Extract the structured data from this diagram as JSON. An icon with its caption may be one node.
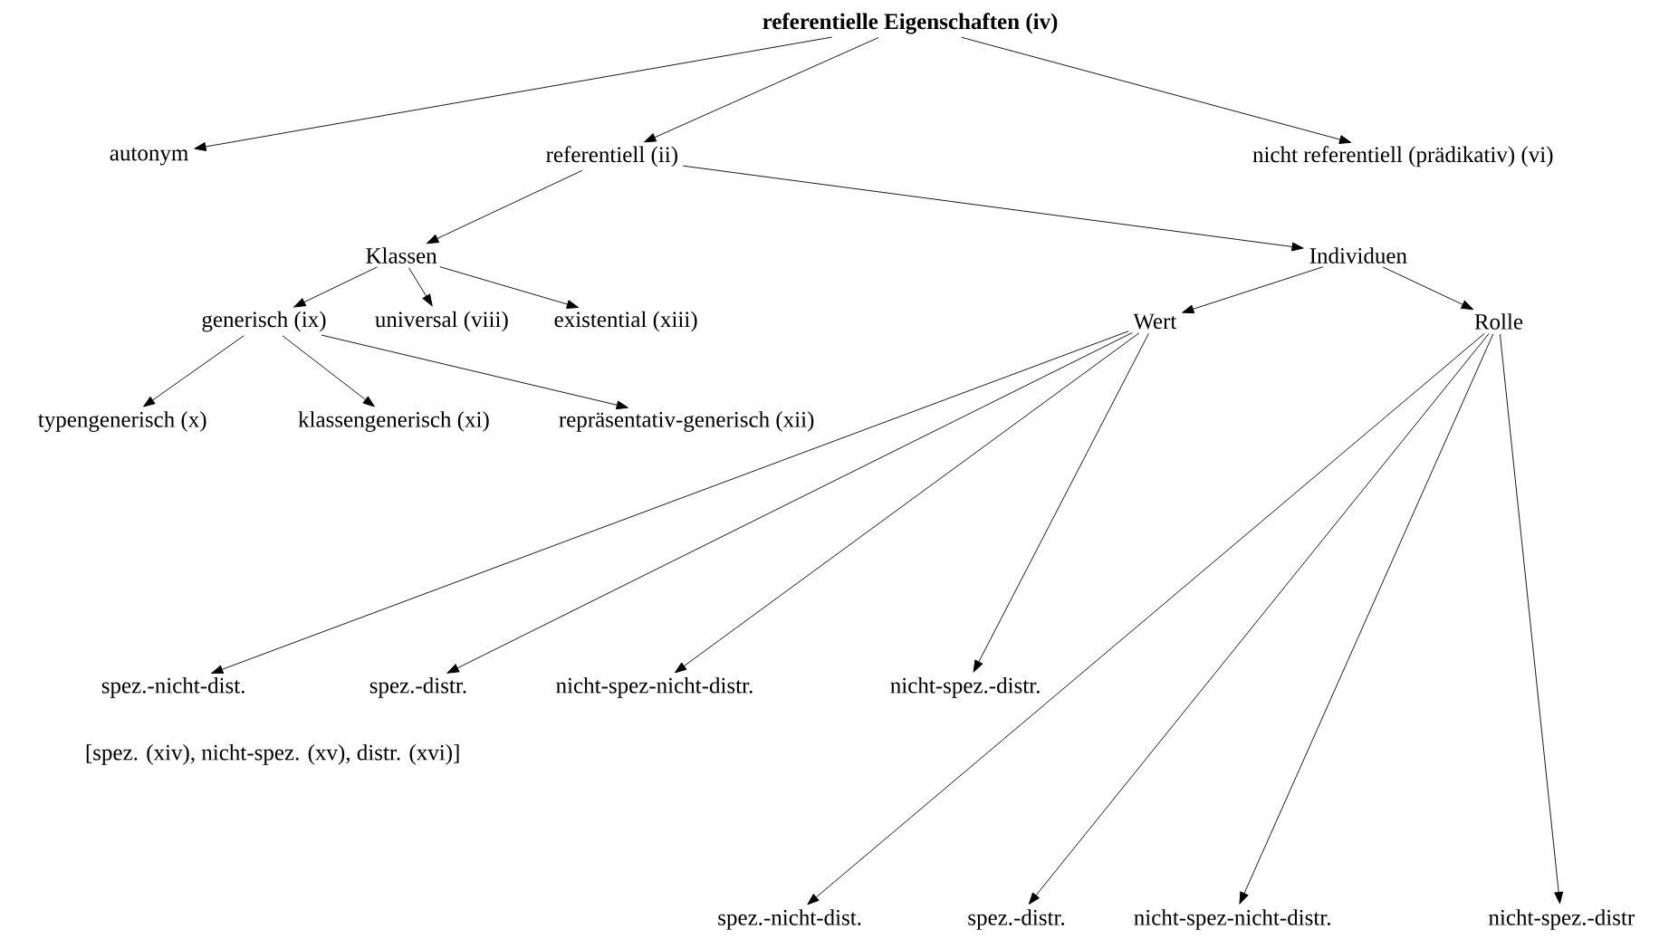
{
  "diagram": {
    "nodes": [
      {
        "text": [
          "**referentielle Eigenschaften (iv)**"
        ]
      },
      {
        "text": [
          "autonym"
        ]
      },
      {
        "text": [
          "referentiell (ii)"
        ]
      },
      {
        "text": [
          "nicht referentiell (prädikativ) (vi)"
        ]
      },
      {
        "text": [
          "Klassen"
        ]
      },
      {
        "text": [
          "Individuen"
        ]
      },
      {
        "text": [
          "generisch (ix)"
        ]
      },
      {
        "text": [
          "universal (viii)"
        ]
      },
      {
        "text": [
          "existential (xiii)"
        ]
      },
      {
        "text": [
          "Wert"
        ]
      },
      {
        "text": [
          "Rolle"
        ]
      },
      {
        "text": [
          "typengenerisch (x)"
        ]
      },
      {
        "text": [
          "klassengenerisch (xi)"
        ]
      },
      {
        "text": [
          "repräsentativ-generisch (xii)"
        ]
      },
      {
        "text": [
          "spez.-nicht-dist."
        ]
      },
      {
        "text": [
          "spez.-distr."
        ]
      },
      {
        "text": [
          "nicht-spez-nicht-distr."
        ]
      },
      {
        "text": [
          "nicht-spez.-distr."
        ]
      },
      {
        "text": [
          "spez.-nicht-dist."
        ]
      },
      {
        "text": [
          "spez.-distr."
        ]
      },
      {
        "text": [
          "nicht-spez-nicht-distr."
        ]
      },
      {
        "text": [
          "nicht-spez.-distr"
        ]
      }
    ],
    "edges": [
      {
        "from": 0,
        "to": 1,
        "arrow": "to"
      },
      {
        "from": 0,
        "to": 2,
        "arrow": "to"
      },
      {
        "from": 0,
        "to": 3,
        "arrow": "to"
      },
      {
        "from": 2,
        "to": 4,
        "arrow": "to"
      },
      {
        "from": 2,
        "to": 5,
        "arrow": "to"
      },
      {
        "from": 4,
        "to": 6,
        "arrow": "to"
      },
      {
        "from": 4,
        "to": 7,
        "arrow": "to"
      },
      {
        "from": 4,
        "to": 8,
        "arrow": "to"
      },
      {
        "from": 5,
        "to": 9,
        "arrow": "to"
      },
      {
        "from": 5,
        "to": 10,
        "arrow": "to"
      },
      {
        "from": 6,
        "to": 11,
        "arrow": "to"
      },
      {
        "from": 6,
        "to": 12,
        "arrow": "to"
      },
      {
        "from": 6,
        "to": 13,
        "arrow": "to"
      },
      {
        "from": 9,
        "to": 14,
        "arrow": "to"
      },
      {
        "from": 9,
        "to": 15,
        "arrow": "to"
      },
      {
        "from": 9,
        "to": 16,
        "arrow": "to"
      },
      {
        "from": 9,
        "to": 17,
        "arrow": "to"
      },
      {
        "from": 10,
        "to": 18,
        "arrow": "to"
      },
      {
        "from": 10,
        "to": 19,
        "arrow": "to"
      },
      {
        "from": 10,
        "to": 20,
        "arrow": "to"
      },
      {
        "from": 10,
        "to": 21,
        "arrow": "to"
      }
    ],
    "labels": [
      "[spez. (xiv), nicht-spez. (xv), distr. (xvi)]"
    ]
  }
}
